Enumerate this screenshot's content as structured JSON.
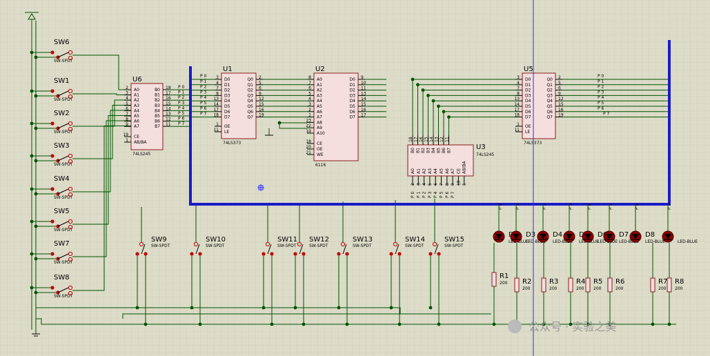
{
  "watermark": "公众号 · 实验之美",
  "chips": [
    {
      "id": "u6",
      "ref": "U6",
      "type": "74LS245",
      "left": [
        "A0",
        "A1",
        "A2",
        "A3",
        "A4",
        "A5",
        "A6",
        "A7"
      ],
      "right": [
        "B0",
        "B1",
        "B2",
        "B3",
        "B4",
        "B5",
        "B6",
        "B7"
      ],
      "lpins": [
        "2",
        "3",
        "4",
        "5",
        "6",
        "7",
        "8",
        "9"
      ],
      "rpins": [
        "18",
        "17",
        "16",
        "15",
        "14",
        "13",
        "12",
        "11"
      ],
      "ctrl": [
        "CE",
        "AB/BA"
      ],
      "cpins": [
        "19",
        "1"
      ]
    },
    {
      "id": "u1",
      "ref": "U1",
      "type": "74LS373",
      "left": [
        "D0",
        "D1",
        "D2",
        "D3",
        "D4",
        "D5",
        "D6",
        "D7"
      ],
      "right": [
        "Q0",
        "Q1",
        "Q2",
        "Q3",
        "Q4",
        "Q5",
        "Q6",
        "Q7"
      ],
      "lpins": [
        "3",
        "4",
        "7",
        "8",
        "13",
        "14",
        "17",
        "18"
      ],
      "rpins": [
        "2",
        "5",
        "6",
        "9",
        "12",
        "15",
        "16",
        "19"
      ],
      "ctrl": [
        "OE",
        "LE"
      ],
      "cpins": [
        "1",
        "11"
      ]
    },
    {
      "id": "u2",
      "ref": "U2",
      "type": "6116",
      "left": [
        "A0",
        "A1",
        "A2",
        "A3",
        "A4",
        "A5",
        "A6",
        "A7",
        "A8",
        "A9",
        "A10"
      ],
      "right": [
        "D0",
        "D1",
        "D2",
        "D3",
        "D4",
        "D5",
        "D6",
        "D7"
      ],
      "lpins": [
        "8",
        "7",
        "6",
        "5",
        "4",
        "3",
        "2",
        "1",
        "23",
        "22",
        "19"
      ],
      "rpins": [
        "9",
        "10",
        "11",
        "13",
        "14",
        "15",
        "16",
        "17"
      ],
      "ctrl": [
        "CE",
        "OE",
        "WE"
      ],
      "cpins": [
        "18",
        "20",
        "21"
      ]
    },
    {
      "id": "u5",
      "ref": "U5",
      "type": "74LS373",
      "left": [
        "D0",
        "D1",
        "D2",
        "D3",
        "D4",
        "D5",
        "D6",
        "D7"
      ],
      "right": [
        "Q0",
        "Q1",
        "Q2",
        "Q3",
        "Q4",
        "Q5",
        "Q6",
        "Q7"
      ],
      "lpins": [
        "3",
        "4",
        "7",
        "8",
        "13",
        "14",
        "17",
        "18"
      ],
      "rpins": [
        "2",
        "5",
        "6",
        "9",
        "12",
        "15",
        "16",
        "19"
      ],
      "ctrl": [
        "OE",
        "LE"
      ],
      "cpins": [
        "1",
        "11"
      ]
    },
    {
      "id": "u3",
      "ref": "U3",
      "type": "74LS245",
      "top": [
        "B0",
        "B1",
        "B2",
        "B3",
        "B4",
        "B5",
        "B6",
        "B7"
      ],
      "bottom": [
        "A0",
        "A1",
        "A2",
        "A3",
        "A4",
        "A5",
        "A6",
        "A7",
        "CE",
        "AB/BA"
      ],
      "tpins": [
        "18",
        "17",
        "16",
        "15",
        "14",
        "13",
        "12",
        "11"
      ],
      "bpins": [
        "2",
        "3",
        "4",
        "5",
        "6",
        "7",
        "8",
        "9",
        "19",
        "1"
      ]
    }
  ],
  "bus_labels": {
    "u6_out": [
      "P 0",
      "P 1",
      "P 2",
      "P 3",
      "P 4",
      "P 5",
      "P 6",
      "P 7"
    ],
    "u1_in": [
      "P 0",
      "P 1",
      "P 2",
      "P 3",
      "P 4",
      "P 5",
      "P 6",
      "P 7"
    ],
    "u5_out": [
      "P 0",
      "P 1",
      "P 2",
      "P 3",
      "P 4",
      "P 5",
      "P 6",
      "P 7"
    ],
    "u3_bottom": [
      "P 0",
      "P 1",
      "P 2",
      "P 3",
      "P 4",
      "P 5",
      "P 6",
      "P 7"
    ],
    "led_top": [
      "P 0",
      "P 1",
      "P 2",
      "P 3",
      "P 4",
      "P 5",
      "P 6",
      "P 7"
    ]
  },
  "left_switches": [
    {
      "ref": "SW6",
      "type": "SW-SPDT"
    },
    {
      "ref": "SW1",
      "type": "SW-SPDT"
    },
    {
      "ref": "SW2",
      "type": "SW-SPDT"
    },
    {
      "ref": "SW3",
      "type": "SW-SPDT"
    },
    {
      "ref": "SW4",
      "type": "SW-SPDT"
    },
    {
      "ref": "SW5",
      "type": "SW-SPDT"
    },
    {
      "ref": "SW7",
      "type": "SW-SPDT"
    },
    {
      "ref": "SW8",
      "type": "SW-SPDT"
    }
  ],
  "bottom_switches": [
    {
      "ref": "SW9",
      "type": "SW-SPDT"
    },
    {
      "ref": "SW10",
      "type": "SW-SPDT"
    },
    {
      "ref": "SW11",
      "type": "SW-SPDT"
    },
    {
      "ref": "SW12",
      "type": "SW-SPDT"
    },
    {
      "ref": "SW13",
      "type": "SW-SPDT"
    },
    {
      "ref": "SW14",
      "type": "SW-SPDT"
    },
    {
      "ref": "SW15",
      "type": "SW-SPDT"
    }
  ],
  "leds": [
    {
      "ref": "D2",
      "type": "LED-BLUE"
    },
    {
      "ref": "D3",
      "type": "LED-BLUE"
    },
    {
      "ref": "D4",
      "type": "LED-BLUE"
    },
    {
      "ref": "D5",
      "type": "LED-BLUE"
    },
    {
      "ref": "D6",
      "type": "LED-BLUE"
    },
    {
      "ref": "D7",
      "type": "LED-BLUE"
    },
    {
      "ref": "D8",
      "type": "LED-BLUE"
    },
    {
      "ref": "",
      "type": "LED-BLUE"
    }
  ],
  "resistors": [
    {
      "ref": "R1",
      "value": "200"
    },
    {
      "ref": "R2",
      "value": "200"
    },
    {
      "ref": "R3",
      "value": "200"
    },
    {
      "ref": "R4",
      "value": "200"
    },
    {
      "ref": "R5",
      "value": "200"
    },
    {
      "ref": "R6",
      "value": "200"
    },
    {
      "ref": "R7",
      "value": "200"
    },
    {
      "ref": "R8",
      "value": "200"
    }
  ],
  "colors": {
    "background": "#dcdcc8",
    "grid": "#c8c8b4",
    "wire": "#005200",
    "bus": "#1a1ac8",
    "chip_fill": "#f5dede",
    "chip_edge": "#8a1c1c",
    "switch": "#c00000",
    "led": "#8a0000",
    "cursor": "#2a2aff"
  }
}
